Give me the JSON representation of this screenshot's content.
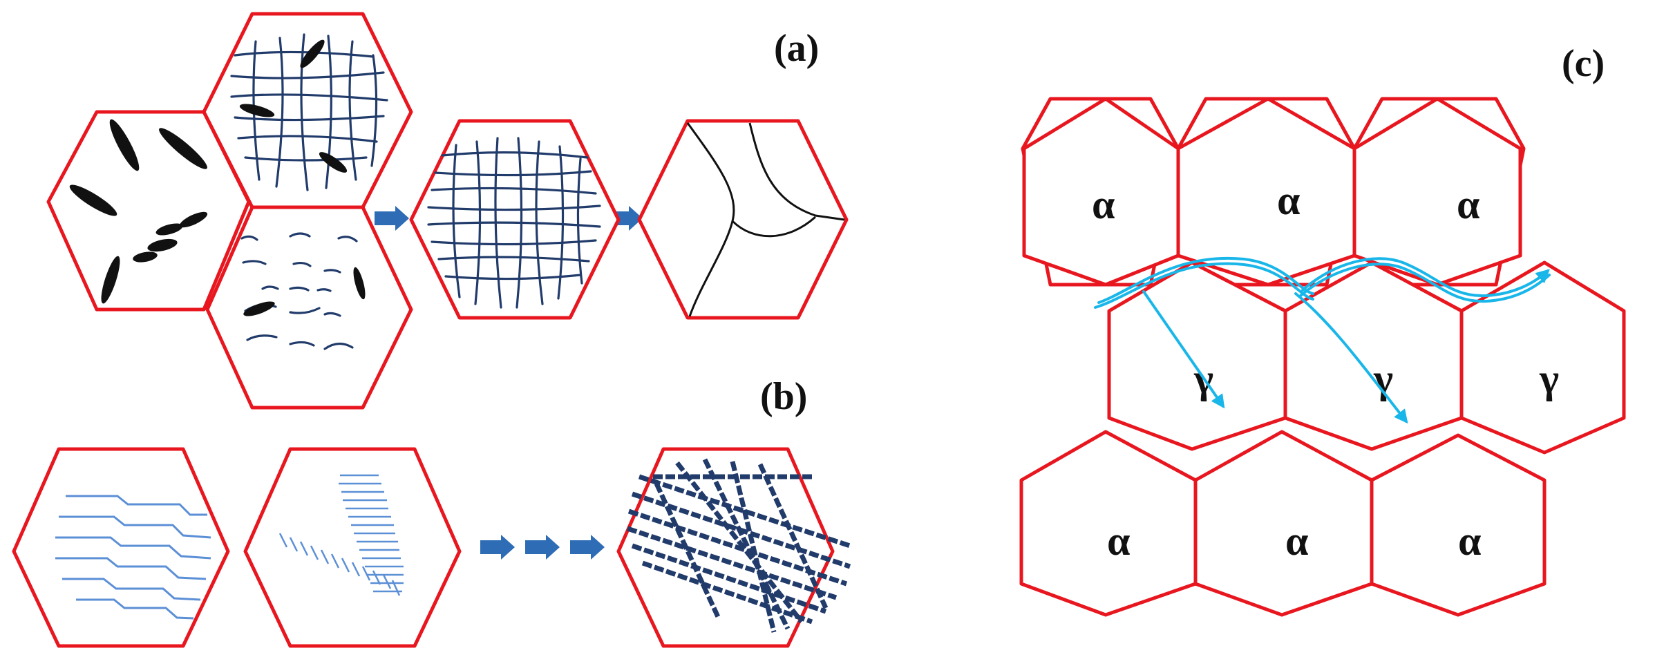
{
  "panels": {
    "a": {
      "label": "(a)"
    },
    "b": {
      "label": "(b)"
    },
    "c": {
      "label": "(c)",
      "rows": [
        [
          "α",
          "α",
          "α"
        ],
        [
          "γ",
          "γ",
          "γ"
        ],
        [
          "α",
          "α",
          "α"
        ]
      ]
    }
  },
  "colors": {
    "hex_outline": "#e8171f",
    "arrow_fill": "#2e6db5",
    "dislocation": "#213b6b",
    "slip_line": "#5b8fd6",
    "glide_path": "#19b6e9",
    "ink": "#111111"
  }
}
